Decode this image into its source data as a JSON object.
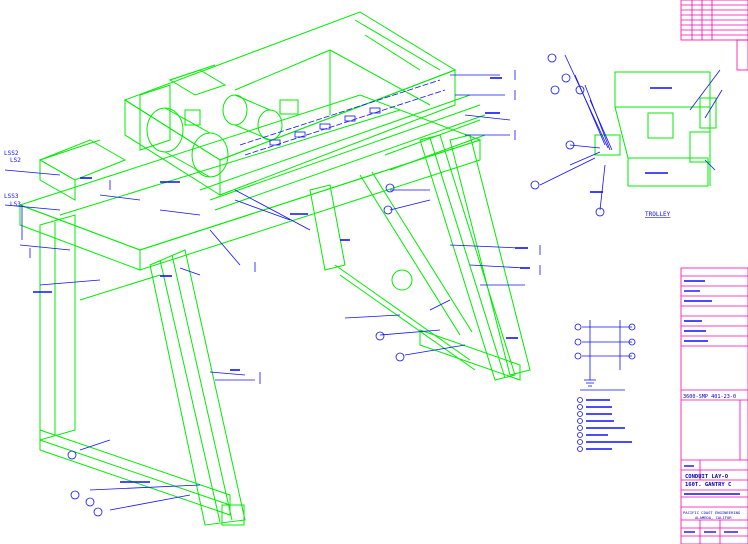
{
  "labels": {
    "lss2": "LSS2",
    "ls2": "LS2",
    "lss3": "LSS3",
    "ls3": "LS3",
    "trolley": "TROLLEY"
  },
  "title_block": {
    "drawing_no": "3600-SMP 401-23-0",
    "title_line1": "CONDUIT LAY-O",
    "title_line2": "160T. GANTRY C",
    "company_line1": "PACIFIC COAST ENGINEERING",
    "company_line2": "ALAMEDA, CALIFOR"
  },
  "colors": {
    "structure": "#00ee00",
    "annotation": "#1010ff",
    "title_block": "#ff00aa",
    "background": "#ffffff"
  }
}
